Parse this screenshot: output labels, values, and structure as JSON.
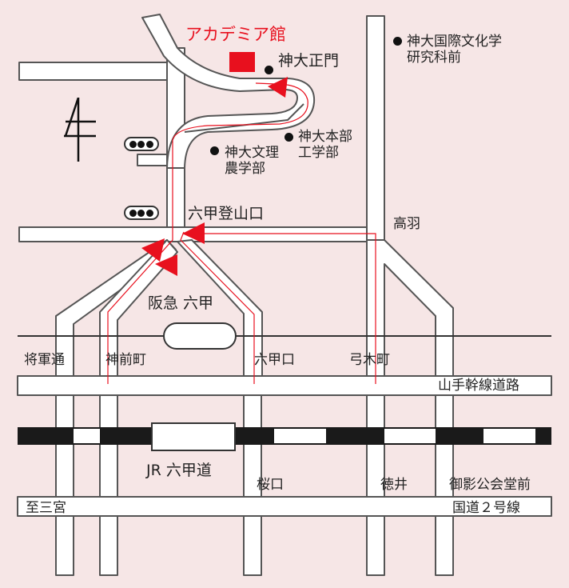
{
  "colors": {
    "background": "#f6e6e6",
    "road_fill": "#ffffff",
    "road_edge": "#555555",
    "route": "#e8101e",
    "rail": "#1a1a1a"
  },
  "landmarks": {
    "academia_hall": "アカデミア館",
    "kobe_univ_main_gate": "神大正門",
    "kobe_univ_intl_culture": "神大国際文化学\n研究科前",
    "kobe_univ_engineering": "神大本部\n工学部",
    "kobe_univ_science": "神大文理\n農学部",
    "rokko_tozanguchi": "六甲登山口",
    "takaha": "高羽"
  },
  "stations": {
    "hankyu_rokko": "阪急 六甲",
    "jr_rokkomichi": "JR 六甲道"
  },
  "intersections": {
    "shogundori": "将軍通",
    "shinmaecho": "神前町",
    "rokkoguchi": "六甲口",
    "yumigimachi": "弓木町",
    "sakuraguchi": "桜口",
    "tokui": "徳井",
    "mikage_kokaidomae": "御影公会堂前",
    "to_sannomiya": "至三宮"
  },
  "roads": {
    "yamate_kansen": "山手幹線道路",
    "route2": "国道２号線"
  },
  "icons": [
    "north-arrow-icon",
    "traffic-signal-icon",
    "route-arrow-icon",
    "destination-marker-icon",
    "location-dot-icon"
  ]
}
